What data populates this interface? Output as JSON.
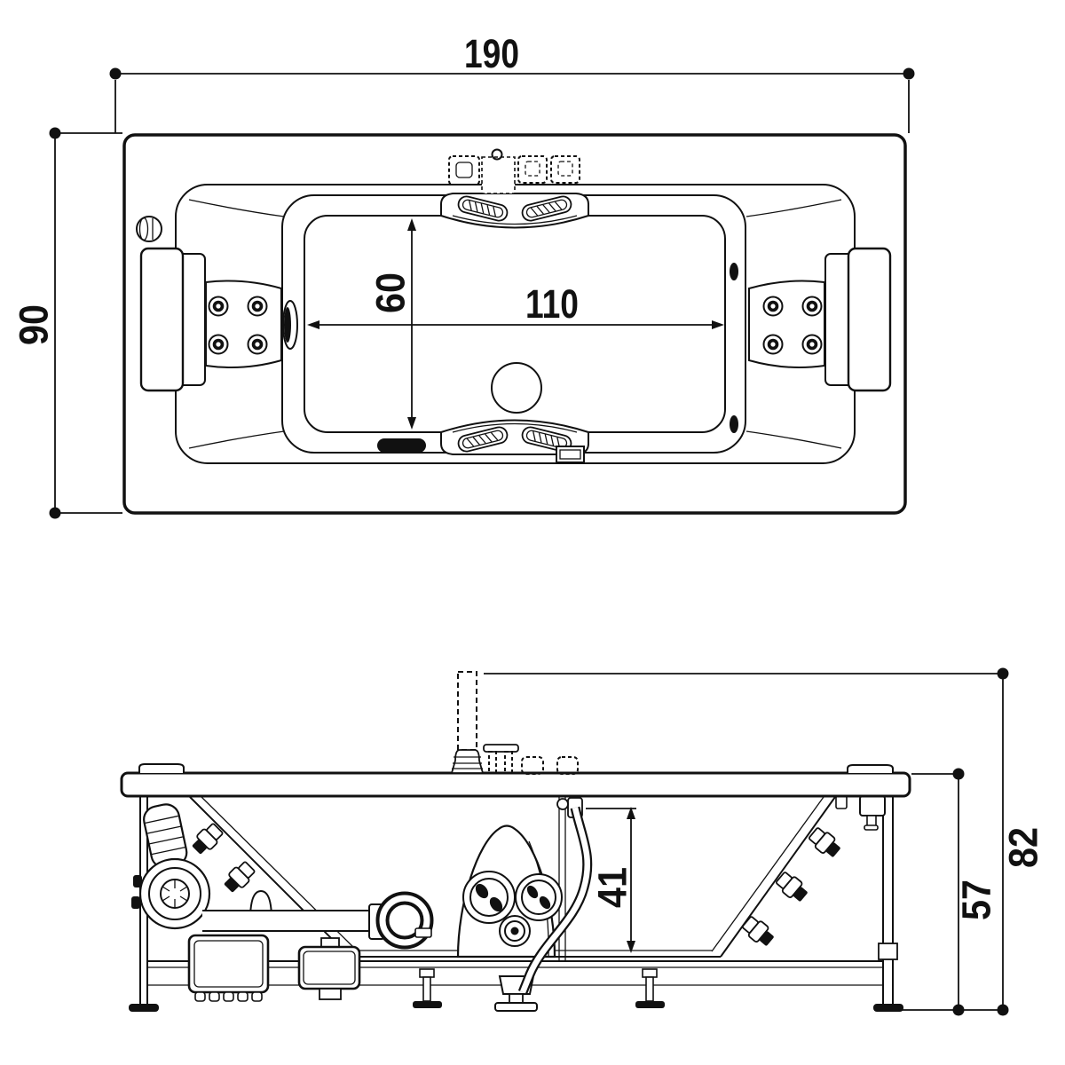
{
  "page": {
    "background": "#ffffff",
    "ink": "#111111"
  },
  "drawing": {
    "subject": "Whirlpool bathtub technical dimension drawing, plan view and side elevation"
  },
  "top_view": {
    "overall_length": "190",
    "overall_width": "90",
    "basin_length": "110",
    "basin_width": "60"
  },
  "side_view": {
    "overall_height": "82",
    "skirt_height": "57",
    "basin_depth": "41"
  }
}
